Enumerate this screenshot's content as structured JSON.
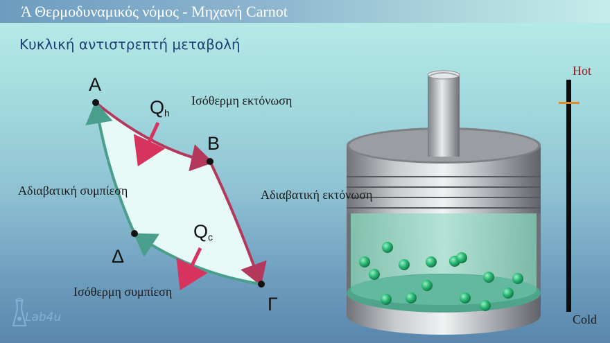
{
  "header": {
    "title": "Ά Θερμοδυναμικός νόμος - Μηχανή Carnot"
  },
  "subtitle": "Κυκλική αντιστρεπτή μεταβολή",
  "diagram": {
    "points": {
      "A": "A",
      "B": "B",
      "C": "Γ",
      "D": "Δ"
    },
    "heat_in": {
      "main": "Q",
      "sub": "h"
    },
    "heat_out": {
      "main": "Q",
      "sub": "c"
    },
    "labels": {
      "isothermal_expansion": "Ισόθερμη εκτόνωση",
      "adiabatic_compression": "Αδιαβατική συμπίεση",
      "adiabatic_expansion": "Αδιαβατική εκτόνωση",
      "isothermal_compression": "Ισόθερμη συμπίεση"
    },
    "colors": {
      "hot_path": "#b2385c",
      "cold_path": "#4a9f8c",
      "arrow": "#d6335e",
      "fill": "#e8faf7"
    }
  },
  "thermometer": {
    "hot_label": "Hot",
    "cold_label": "Cold",
    "level": 0.9,
    "colors": {
      "hot": "#8b1a1a",
      "cold": "#1a1a1a",
      "marker": "#e08a2a"
    }
  },
  "logo": {
    "text": "Lab4u"
  }
}
